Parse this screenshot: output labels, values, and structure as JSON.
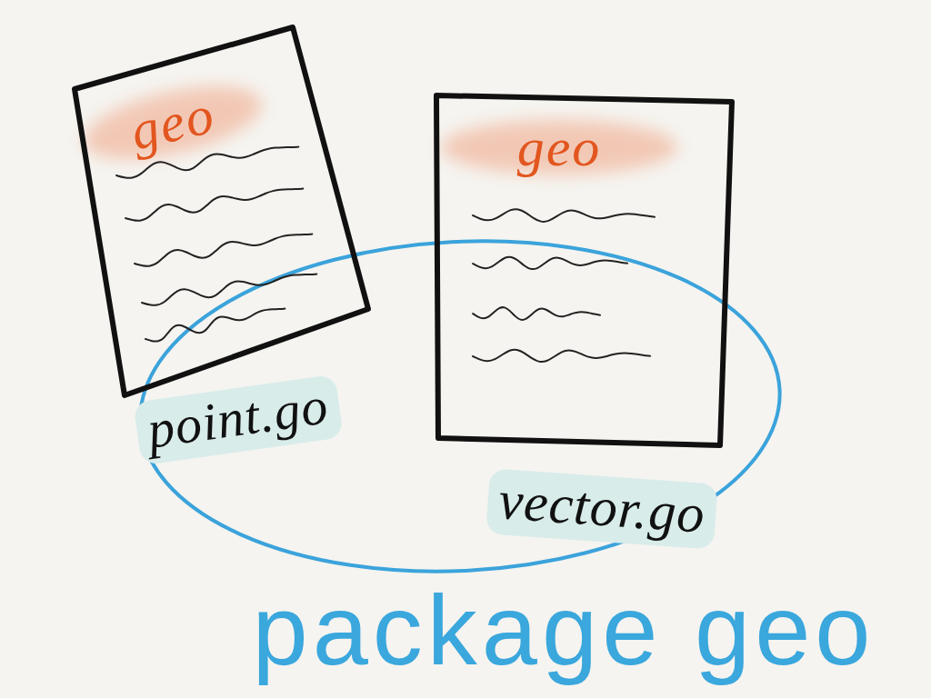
{
  "diagram": {
    "nodes": [
      {
        "text": [
          "package geo"
        ]
      },
      {
        "text": [
          "geo",
          "point.go"
        ],
        "in": 0
      },
      {
        "text": [
          "geo",
          "vector.go"
        ],
        "in": 0
      }
    ]
  }
}
